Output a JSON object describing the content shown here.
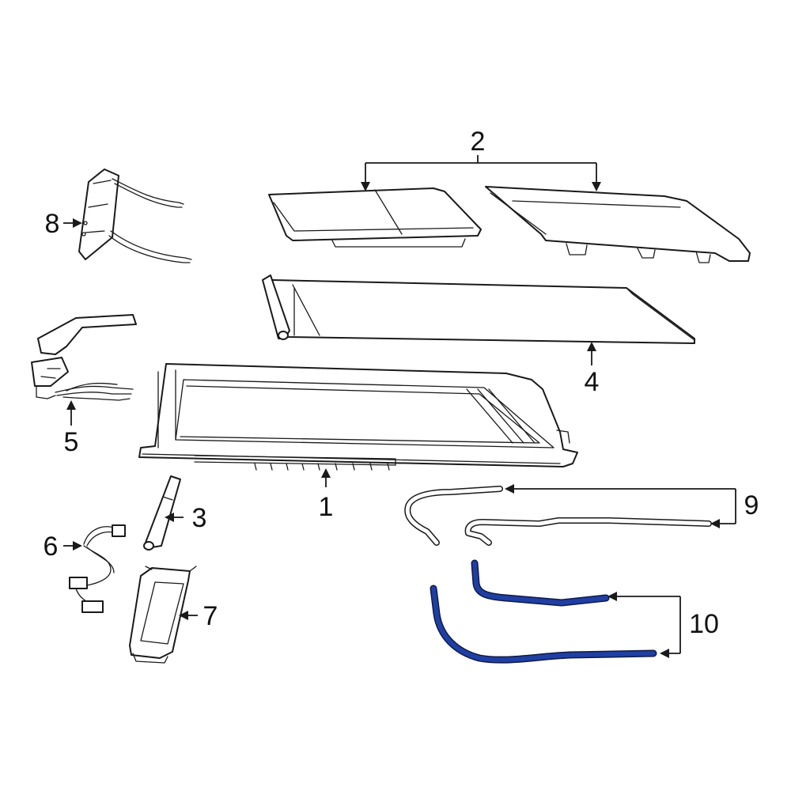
{
  "callouts": {
    "c1": "1",
    "c2": "2",
    "c3": "3",
    "c4": "4",
    "c5": "5",
    "c6": "6",
    "c7": "7",
    "c8": "8",
    "c9": "9",
    "c10": "10"
  },
  "colors": {
    "line": "#1a1a1a",
    "highlight": "#1f3fa3",
    "highlight_outline": "#0e1a4a",
    "background": "#ffffff"
  }
}
